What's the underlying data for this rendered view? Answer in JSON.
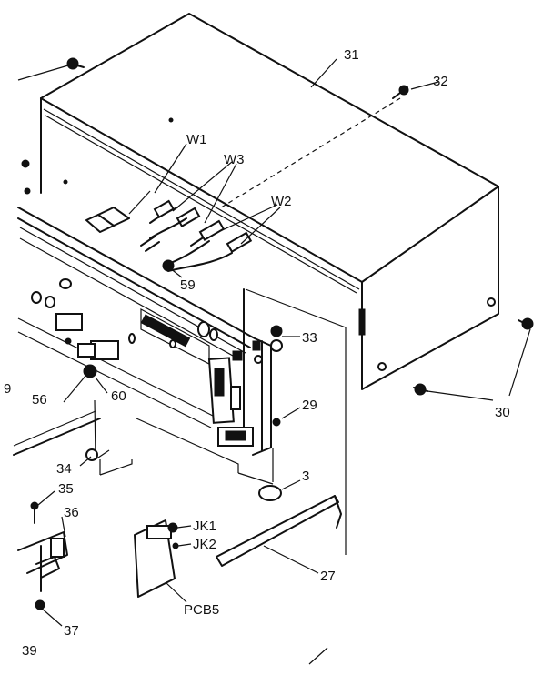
{
  "labels": {
    "p31": "31",
    "p32": "32",
    "pW1": "W1",
    "pW3": "W3",
    "pW2": "W2",
    "p59": "59",
    "p33": "33",
    "p29": "29",
    "p30": "30",
    "p56": "56",
    "p60": "60",
    "p34": "34",
    "p3": "3",
    "p35": "35",
    "p36": "36",
    "pJK1": "JK1",
    "pJK2": "JK2",
    "p27": "27",
    "pPCB5": "PCB5",
    "p37": "37",
    "p39": "39",
    "p9": "9"
  }
}
